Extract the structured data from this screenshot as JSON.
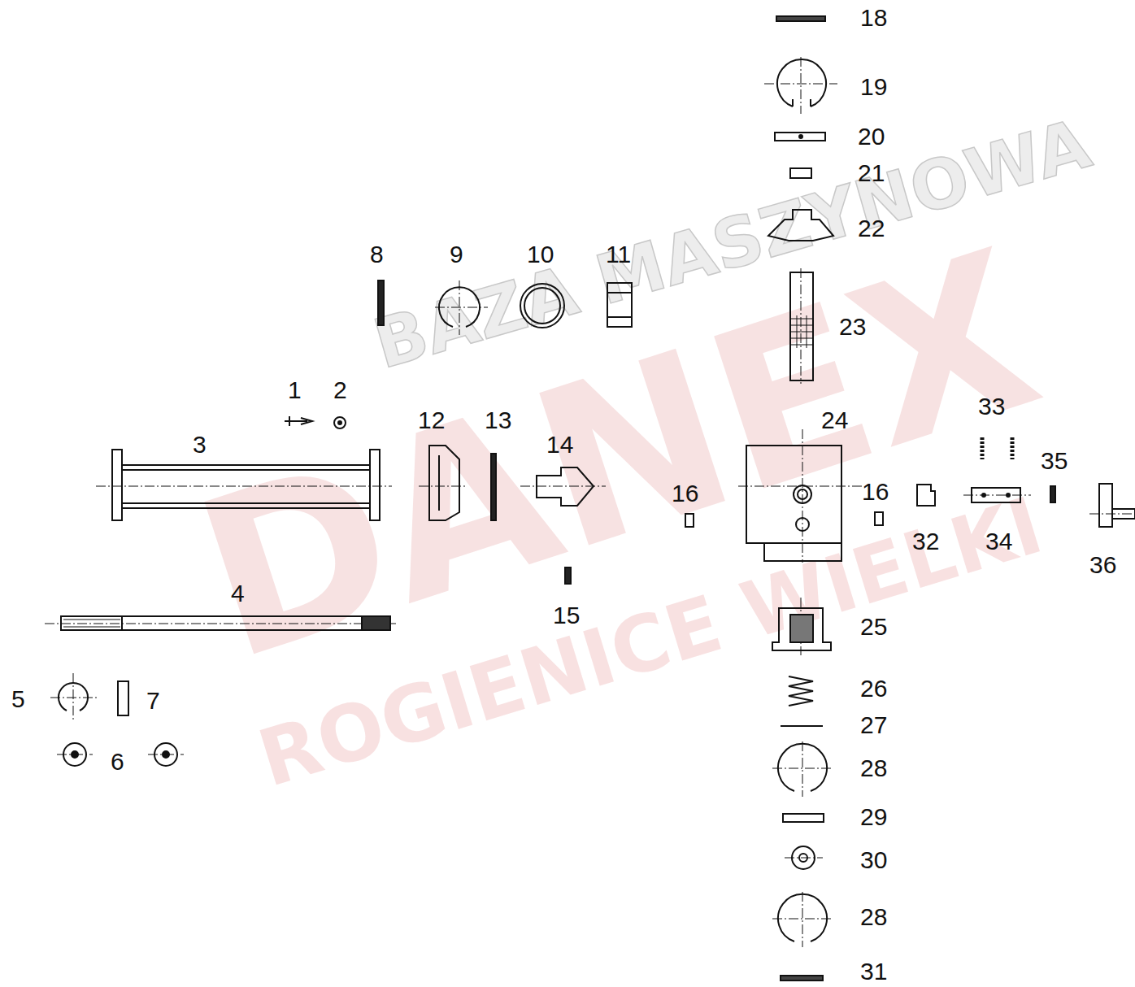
{
  "diagram": {
    "labels": [
      "18",
      "19",
      "20",
      "21",
      "22",
      "8",
      "9",
      "10",
      "11",
      "1",
      "2",
      "23",
      "33",
      "12",
      "13",
      "14",
      "24",
      "35",
      "3",
      "16",
      "16",
      "32",
      "34",
      "36",
      "4",
      "15",
      "25",
      "5",
      "7",
      "26",
      "27",
      "6",
      "28",
      "29",
      "30",
      "28",
      "31",
      "DANEX",
      "BAZA MASZYNOWA",
      "ROGIENICE WIELKI"
    ]
  }
}
